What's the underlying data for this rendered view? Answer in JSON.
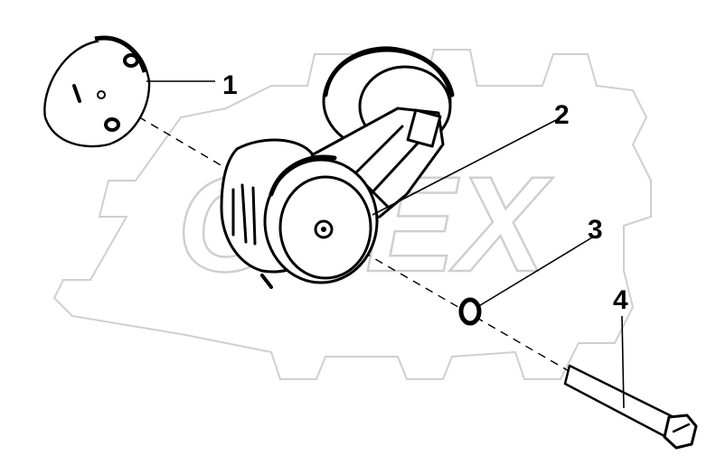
{
  "watermark": {
    "text": "OLEX",
    "color": "#cfcfcf"
  },
  "callouts": [
    {
      "id": "1",
      "label": "1",
      "part": "cover-plate"
    },
    {
      "id": "2",
      "label": "2",
      "part": "belt-tensioner"
    },
    {
      "id": "3",
      "label": "3",
      "part": "washer"
    },
    {
      "id": "4",
      "label": "4",
      "part": "bolt"
    }
  ],
  "colors": {
    "ink": "#000000",
    "paper": "#ffffff"
  }
}
